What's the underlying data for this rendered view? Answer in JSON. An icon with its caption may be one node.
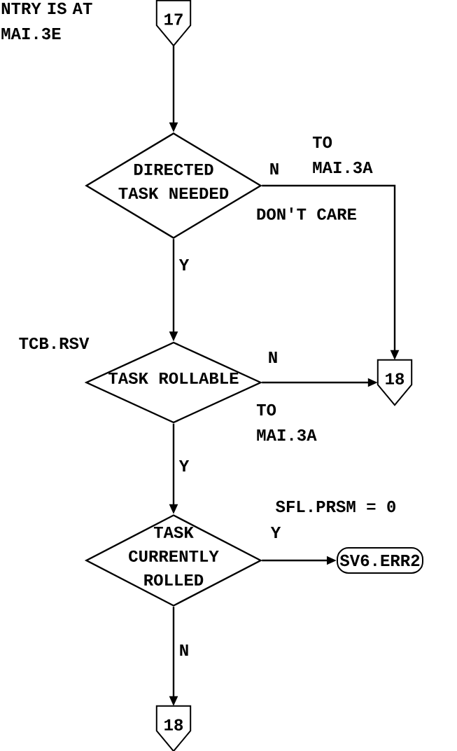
{
  "diagram": {
    "nodes": [
      {
        "text": [
          "17"
        ]
      },
      {
        "text": [
          "DIRECTED TASK NEEDED"
        ]
      },
      {
        "text": [
          "18"
        ]
      },
      {
        "text": [
          "TASK ROLLABLE"
        ]
      },
      {
        "text": [
          "TASK CURRENTLY ROLLED"
        ]
      },
      {
        "text": [
          "SV6.ERR2"
        ]
      },
      {
        "text": [
          "18"
        ]
      }
    ],
    "edges": [
      {
        "from": 0,
        "to": 1,
        "arrow": "to"
      },
      {
        "from": 1,
        "to": 2,
        "arrow": "to",
        "label": "N"
      },
      {
        "from": 1,
        "to": 3,
        "arrow": "to",
        "label": "Y"
      },
      {
        "from": 3,
        "to": 2,
        "arrow": "to",
        "label": "N"
      },
      {
        "from": 3,
        "to": 4,
        "arrow": "to",
        "label": "Y"
      },
      {
        "from": 4,
        "to": 5,
        "arrow": "to",
        "label": "Y"
      },
      {
        "from": 4,
        "to": 6,
        "arrow": "to",
        "label": "N"
      }
    ],
    "labels": [
      "NTRY IS AT MAI.3E",
      "TO MAI.3A",
      "DON'T CARE",
      "TCB.RSV",
      "TO MAI.3A",
      "SFL.PRSM = 0"
    ]
  }
}
